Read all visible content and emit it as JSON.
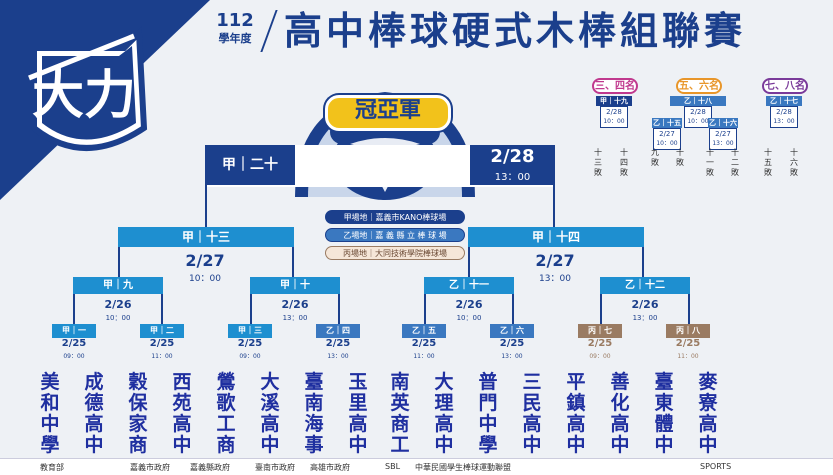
{
  "title": {
    "year": "112",
    "year_suffix": "學年度",
    "main": "高中棒球硬式木棒組聯賽"
  },
  "logo": {
    "glyph": "大力"
  },
  "final": {
    "label": "冠亞軍",
    "left_slot": "甲｜二十",
    "date": "2/28",
    "time": "13：00"
  },
  "venues": [
    "甲場地｜嘉義市KANO棒球場",
    "乙場地｜嘉 義 縣 立 棒 球 場",
    "丙場地｜大同技術學院棒球場"
  ],
  "semis": [
    {
      "label": "甲｜十三",
      "date": "2/27",
      "time": "10：00"
    },
    {
      "label": "甲｜十四",
      "date": "2/27",
      "time": "13：00"
    }
  ],
  "quarters": [
    {
      "label": "甲｜九",
      "date": "2/26",
      "time": "10：00"
    },
    {
      "label": "甲｜十",
      "date": "2/26",
      "time": "13：00"
    },
    {
      "label": "乙｜十一",
      "date": "2/26",
      "time": "10：00"
    },
    {
      "label": "乙｜十二",
      "date": "2/26",
      "time": "13：00"
    }
  ],
  "round1": [
    {
      "label": "甲｜一",
      "date": "2/25",
      "time": "09：00"
    },
    {
      "label": "甲｜二",
      "date": "2/25",
      "time": "11：00"
    },
    {
      "label": "甲｜三",
      "date": "2/25",
      "time": "09：00"
    },
    {
      "label": "乙｜四",
      "date": "2/25",
      "time": "13：00"
    },
    {
      "label": "乙｜五",
      "date": "2/25",
      "time": "11：00"
    },
    {
      "label": "乙｜六",
      "date": "2/25",
      "time": "13：00"
    },
    {
      "label": "丙｜七",
      "date": "2/25",
      "time": "09：00"
    },
    {
      "label": "丙｜八",
      "date": "2/25",
      "time": "11：00"
    }
  ],
  "teams": [
    "美和中學",
    "成德高中",
    "穀保家商",
    "西苑高中",
    "鶯歌工商",
    "大溪高中",
    "臺南海事",
    "玉里高中",
    "南英商工",
    "大理高中",
    "普門中學",
    "三民高中",
    "平鎮高中",
    "善化高中",
    "臺東體中",
    "麥寮高中"
  ],
  "classification": {
    "g34": {
      "title": "三、四名",
      "label": "甲｜十九",
      "date": "2/28",
      "time": "10：00",
      "losers": [
        "十三敗",
        "十四敗"
      ]
    },
    "g56": {
      "title": "五、六名",
      "label": "乙｜十八",
      "date": "2/28",
      "time": "10：00",
      "sub": [
        {
          "label": "乙｜十五",
          "date": "2/27",
          "time": "10：00"
        },
        {
          "label": "乙｜十六",
          "date": "2/27",
          "time": "13：00"
        }
      ],
      "losers": [
        "九敗",
        "十敗",
        "十一敗",
        "十二敗"
      ]
    },
    "g78": {
      "title": "七、八名",
      "label": "乙｜十七",
      "date": "2/28",
      "time": "13：00",
      "losers": [
        "十五敗",
        "十六敗"
      ]
    }
  },
  "sponsors": [
    "教育部",
    "嘉義市政府",
    "嘉義縣政府",
    "臺南市政府",
    "高雄市政府",
    "SBL",
    "中華民國學生棒球運動聯盟",
    "SPORTS"
  ],
  "colors": {
    "primary": "#1b3f8c",
    "secondary": "#1e8fd0",
    "tertiary": "#9a7b62",
    "bronze": "#c0398e",
    "fifth": "#e8962a",
    "seventh": "#7a3a9a"
  }
}
